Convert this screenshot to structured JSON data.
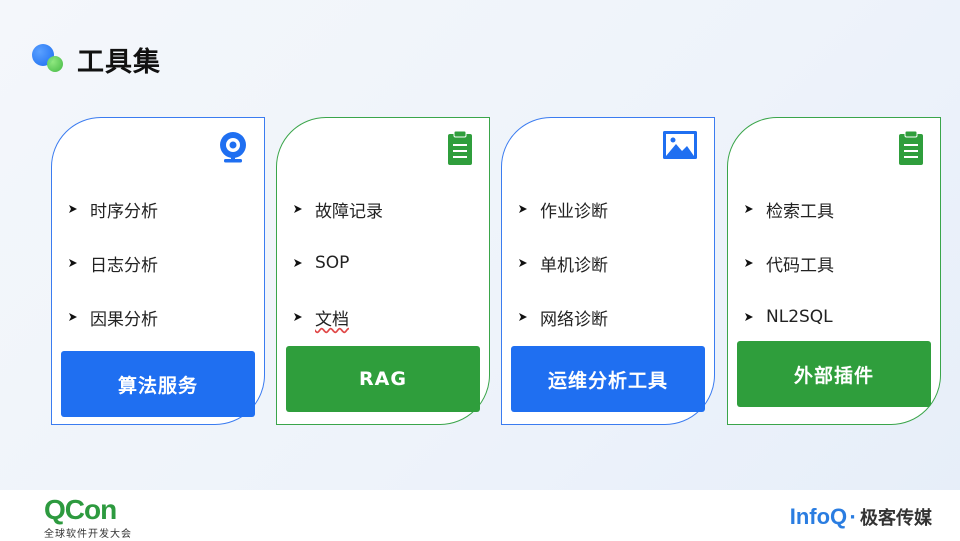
{
  "title": "工具集",
  "cards": [
    {
      "icon": "webcam-icon",
      "color": "#1f6ff1",
      "items": [
        "时序分析",
        "日志分析",
        "因果分析"
      ],
      "button": "算法服务"
    },
    {
      "icon": "clipboard-icon",
      "color": "#2f9e3c",
      "items": [
        "故障记录",
        "SOP",
        "文档"
      ],
      "button": "RAG"
    },
    {
      "icon": "image-icon",
      "color": "#1f6ff1",
      "items": [
        "作业诊断",
        "单机诊断",
        "网络诊断"
      ],
      "button": "运维分析工具"
    },
    {
      "icon": "clipboard-icon",
      "color": "#2f9e3c",
      "items": [
        "检索工具",
        "代码工具",
        "NL2SQL"
      ],
      "button": "外部插件"
    }
  ],
  "footer": {
    "left_logo": "QCon",
    "left_logo_sub": "全球软件开发大会",
    "right_logo": "InfoQ",
    "right_logo_cn": "极客传媒"
  }
}
